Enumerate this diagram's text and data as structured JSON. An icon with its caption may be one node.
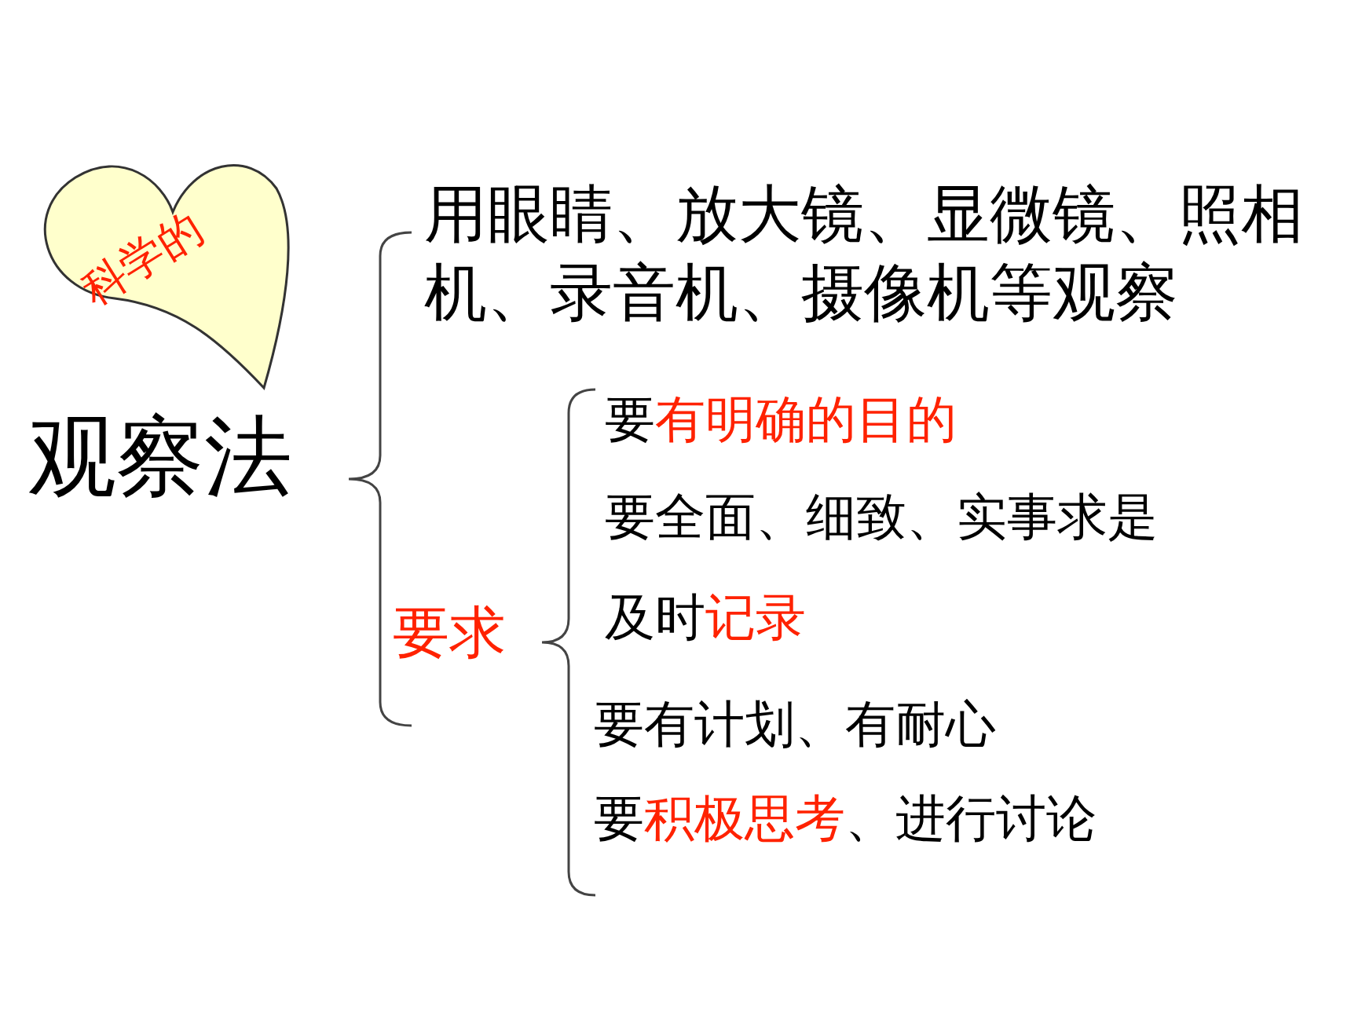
{
  "diagram": {
    "nodes": [
      {
        "text": [
          "科学的"
        ]
      }
    ],
    "edges": [],
    "labels": [
      "观察法",
      "用眼睛、放大镜、显微镜、照相机、录音机、摄像机等观察",
      "要求",
      "要有明确的目的",
      "要全面、细致、实事求是",
      "及时记录",
      "要有计划、有耐心",
      "要积极思考、进行讨论"
    ]
  }
}
